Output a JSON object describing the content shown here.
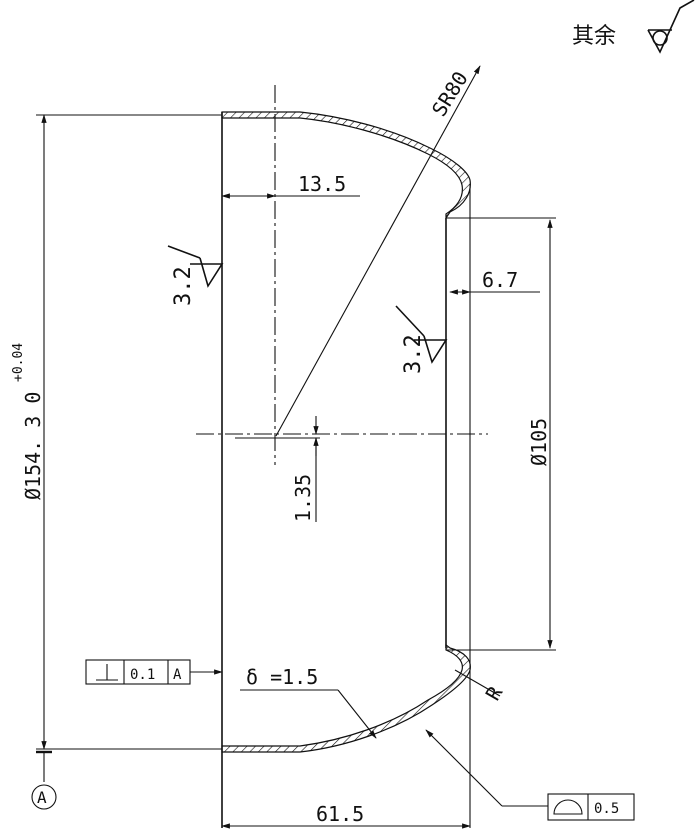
{
  "general_roughness_label": "其余",
  "dimensions": {
    "overall_diameter_main": "Ø154. 3 0",
    "overall_diameter_tolerance": "+0.04",
    "bottom_diameter": "Ø105",
    "total_length": "61.5",
    "offset_dimension": "13.5",
    "flange_dimension": "6.7",
    "center_offset": "1.35",
    "sphere_radius": "SR80",
    "fillet_radius": "R",
    "wall_thickness": "δ =1.5"
  },
  "roughness": {
    "left_value": "3.2",
    "right_value": "3.2"
  },
  "perpendicularity": {
    "tolerance": "0.1",
    "datum": "A"
  },
  "profile_tolerance": {
    "tolerance": "0.5"
  },
  "datum_label": "A"
}
